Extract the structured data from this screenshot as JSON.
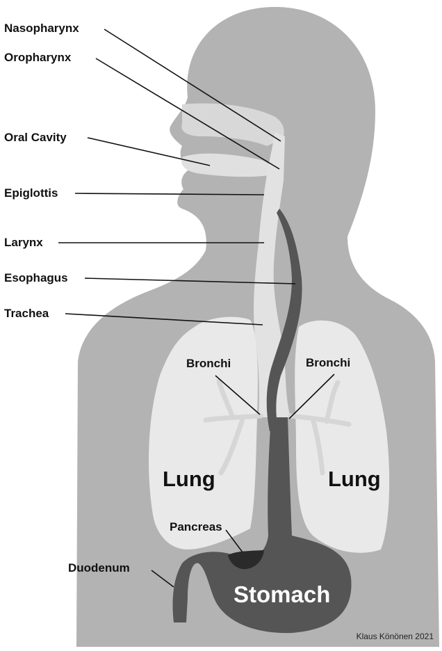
{
  "title": "Human respiratory and upper digestive tract diagram",
  "colors": {
    "body": "#b3b3b3",
    "airway": "#e0e0e0",
    "lung": "#e9e9e9",
    "digestive": "#555555",
    "pancreas": "#2a2a2a",
    "leader": "#111111",
    "label": "#111111"
  },
  "labels": {
    "nasopharynx": "Nasopharynx",
    "oropharynx": "Oropharynx",
    "oral_cavity": "Oral Cavity",
    "epiglottis": "Epiglottis",
    "larynx": "Larynx",
    "esophagus": "Esophagus",
    "trachea": "Trachea",
    "bronchi_left": "Bronchi",
    "bronchi_right": "Bronchi",
    "lung_left": "Lung",
    "lung_right": "Lung",
    "pancreas": "Pancreas",
    "duodenum": "Duodenum",
    "stomach": "Stomach"
  },
  "credit": "Klaus Könönen 2021"
}
